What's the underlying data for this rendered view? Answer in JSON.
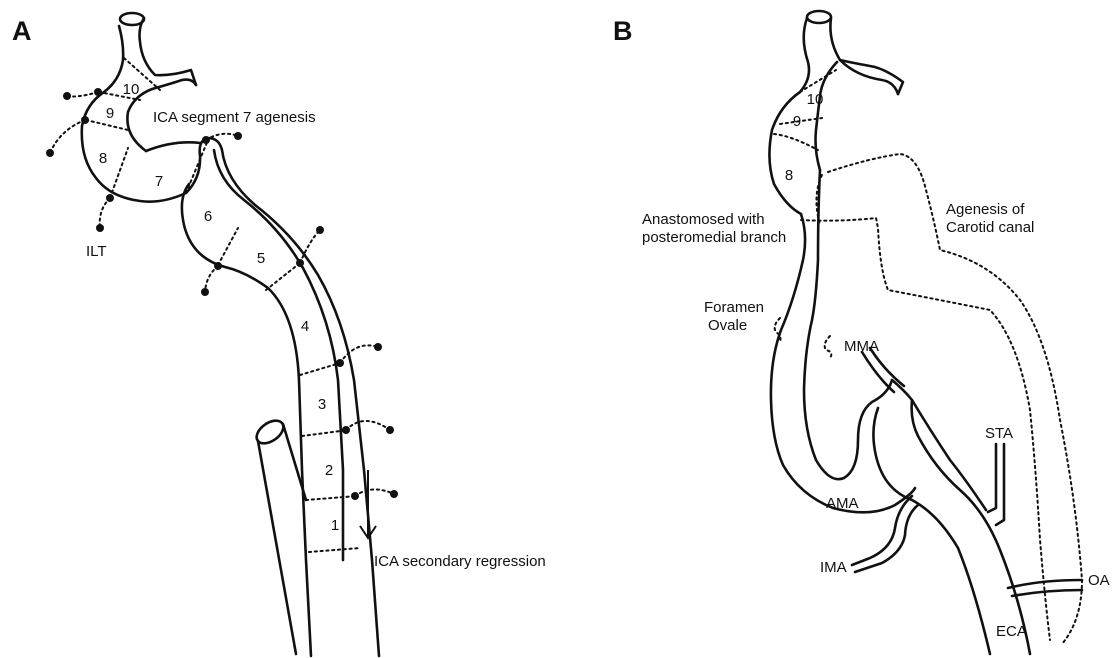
{
  "panel_a": {
    "letter": "A",
    "segments": [
      "1",
      "2",
      "3",
      "4",
      "5",
      "6",
      "7",
      "8",
      "9",
      "10"
    ],
    "label_agenesis": "ICA segment 7 agenesis",
    "label_ilt": "ILT",
    "label_regression": "ICA secondary regression"
  },
  "panel_b": {
    "letter": "B",
    "segments": [
      "8",
      "9",
      "10"
    ],
    "label_anastomosed_line1": "Anastomosed with",
    "label_anastomosed_line2": "posteromedial branch",
    "label_agenesis_line1": "Agenesis of",
    "label_agenesis_line2": "Carotid canal",
    "label_foramen_line1": "Foramen",
    "label_foramen_line2": "Ovale",
    "label_mma": "MMA",
    "label_sta": "STA",
    "label_ama": "AMA",
    "label_ima": "IMA",
    "label_oa": "OA",
    "label_eca": "ECA"
  }
}
